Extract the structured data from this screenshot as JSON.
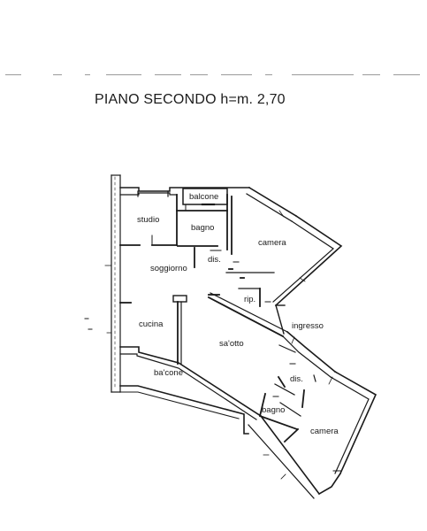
{
  "plan": {
    "title": "PIANO  SECONDO h=m. 2,70",
    "rooms": {
      "balcone_top": "balcone",
      "studio": "studio",
      "bagno_top": "bagno",
      "camera_top": "camera",
      "dis_top": "dis.",
      "soggiorno": "soggiorno",
      "rip": "rip.",
      "cucina": "cucina",
      "ingresso": "ingresso",
      "salotto": "sa'otto",
      "balcone_bottom": "ba'cone",
      "dis_bottom": "dis.",
      "bagno_bottom": "bagno",
      "camera_bottom": "camera"
    }
  }
}
